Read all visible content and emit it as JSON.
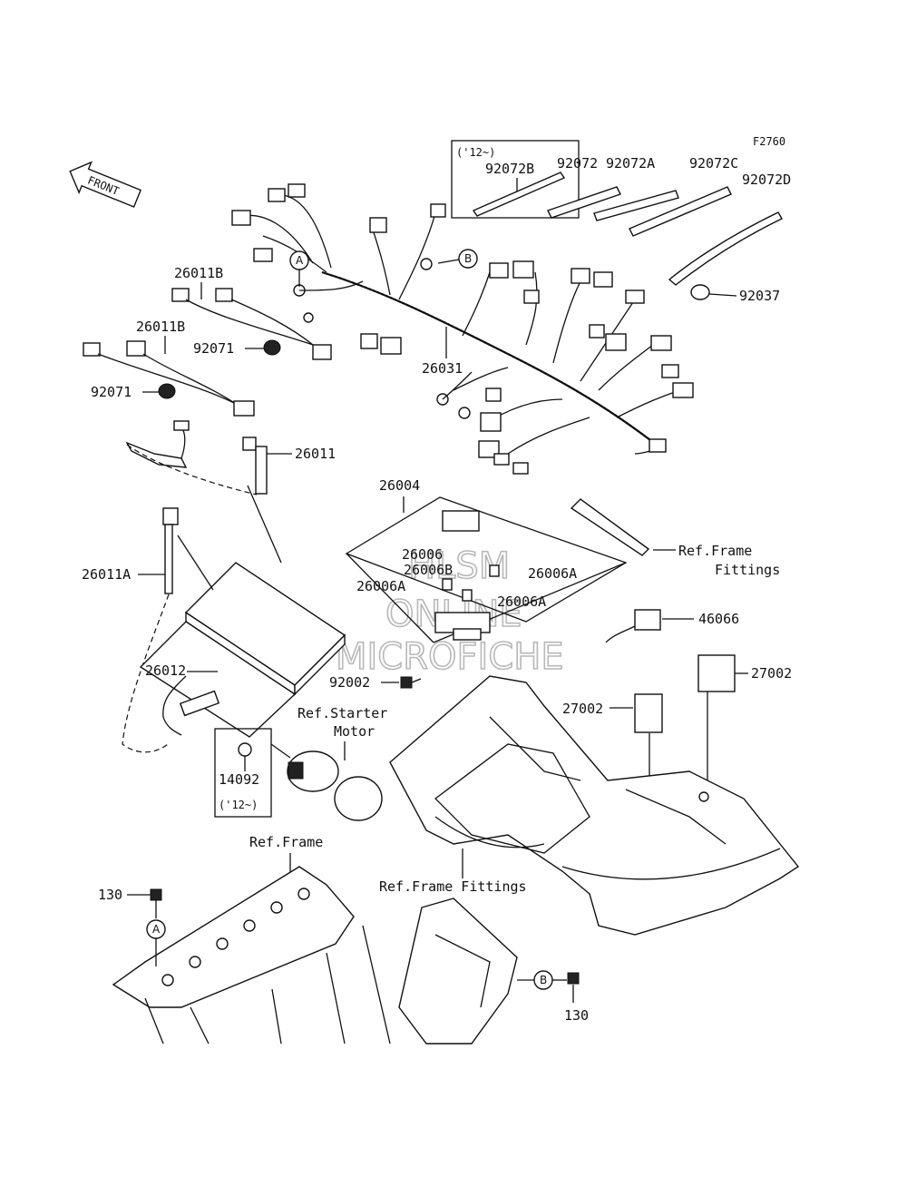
{
  "figure_code": "F2760",
  "front_label": "FRONT",
  "watermark": {
    "line1": "HLSM",
    "line2": "ONLINE",
    "line3": "MICROFICHE"
  },
  "callout_letters": {
    "a": "A",
    "b": "B"
  },
  "parts": {
    "p92072B": "92072B",
    "p92072B_year": "('12~)",
    "p92072": "92072",
    "p92072A": "92072A",
    "p92072C": "92072C",
    "p92072D": "92072D",
    "p92037": "92037",
    "p26011B_upper": "26011B",
    "p26011B_lower": "26011B",
    "p92071_upper": "92071",
    "p92071_lower": "92071",
    "p26031": "26031",
    "p26011": "26011",
    "p26004": "26004",
    "p26006": "26006",
    "p26006B": "26006B",
    "p26006A_right": "26006A",
    "p26006A_left": "26006A",
    "p26006A_lower": "26006A",
    "p26011A": "26011A",
    "p46066": "46066",
    "p27002_right": "27002",
    "p27002_mid": "27002",
    "p26012": "26012",
    "p92002": "92002",
    "p14092": "14092",
    "p14092_year": "('12~)",
    "p130_left": "130",
    "p130_right": "130"
  },
  "refs": {
    "frame_fittings_line1": "Ref.Frame",
    "frame_fittings_line2": "Fittings",
    "starter_line1": "Ref.Starter",
    "starter_line2": "Motor",
    "frame": "Ref.Frame",
    "frame_fittings_bottom": "Ref.Frame Fittings"
  }
}
